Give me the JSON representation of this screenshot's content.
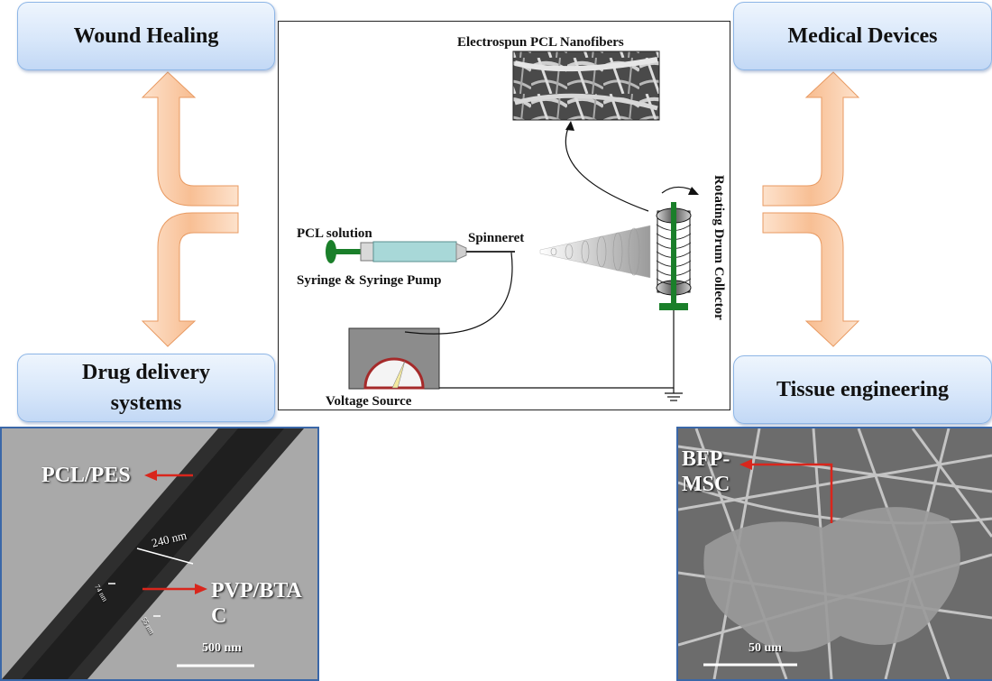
{
  "applications": {
    "wound_healing": "Wound Healing",
    "medical_devices": "Medical Devices",
    "drug_delivery_line1": "Drug delivery",
    "drug_delivery_line2": "systems",
    "tissue_engineering": "Tissue engineering"
  },
  "setup": {
    "nanofibers_label": "Electrospun PCL Nanofibers",
    "solution_label": "PCL solution",
    "spinneret_label": "Spinneret",
    "pump_label": "Syringe & Syringe Pump",
    "collector_label": "Rotating Drum Collector",
    "voltage_label": "Voltage Source"
  },
  "tem_image": {
    "shell_label": "PCL/PES",
    "core_label_line1": "PVP/BTA",
    "core_label_line2": "C",
    "width_measure": "240 nm",
    "wall_left": "74 nm",
    "wall_right": "55 nm",
    "scale_bar": "500 nm"
  },
  "sem_image": {
    "cell_label_line1": "BFP-",
    "cell_label_line2": "MSC",
    "scale_bar": "50 um"
  },
  "colors": {
    "box_border": "#8eb6e6",
    "arrow_fill": "#f9c39a",
    "arrow_stroke": "#e89a62",
    "red_arrow": "#d9261c",
    "syringe_green": "#1a7f2a",
    "barrel": "#a8d8d8",
    "photo_border": "#3a67a8"
  }
}
